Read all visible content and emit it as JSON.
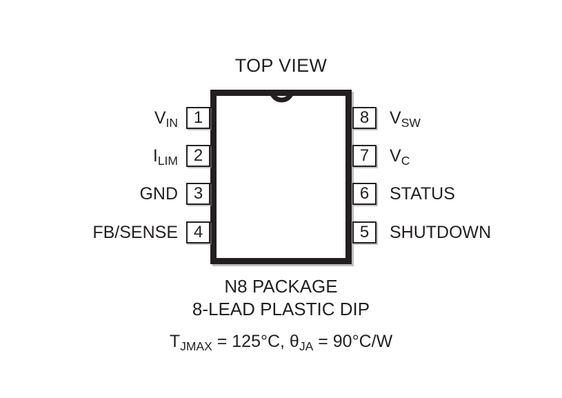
{
  "diagram": {
    "title": "TOP VIEW",
    "package_outline": {
      "shape": "rectangle",
      "notch": "semicircle-notch",
      "ink_color": "#231f20",
      "background_color": "#ffffff"
    },
    "pins_left": [
      {
        "number": "1",
        "label_main": "V",
        "label_sub": "IN",
        "label_text": "VIN"
      },
      {
        "number": "2",
        "label_main": "I",
        "label_sub": "LIM",
        "label_text": "ILIM"
      },
      {
        "number": "3",
        "label_main": "GND",
        "label_sub": "",
        "label_text": "GND"
      },
      {
        "number": "4",
        "label_main": "FB/SENSE",
        "label_sub": "",
        "label_text": "FB/SENSE"
      }
    ],
    "pins_right": [
      {
        "number": "8",
        "label_main": "V",
        "label_sub": "SW",
        "label_text": "VSW"
      },
      {
        "number": "7",
        "label_main": "V",
        "label_sub": "C",
        "label_text": "VC"
      },
      {
        "number": "6",
        "label_main": "STATUS",
        "label_sub": "",
        "label_text": "STATUS"
      },
      {
        "number": "5",
        "label_main": "SHUTDOWN",
        "label_sub": "",
        "label_text": "SHUTDOWN"
      }
    ],
    "captions": {
      "package_name": "N8 PACKAGE",
      "lead_type": "8-LEAD PLASTIC DIP",
      "thermal_prefix": "T",
      "thermal_prefix_sub": "JMAX",
      "thermal_mid": " = 125°C, θ",
      "thermal_mid_sub": "JA",
      "thermal_suffix": " = 90°C/W",
      "thermal_full": "TJMAX = 125°C, θJA = 90°C/W"
    }
  }
}
